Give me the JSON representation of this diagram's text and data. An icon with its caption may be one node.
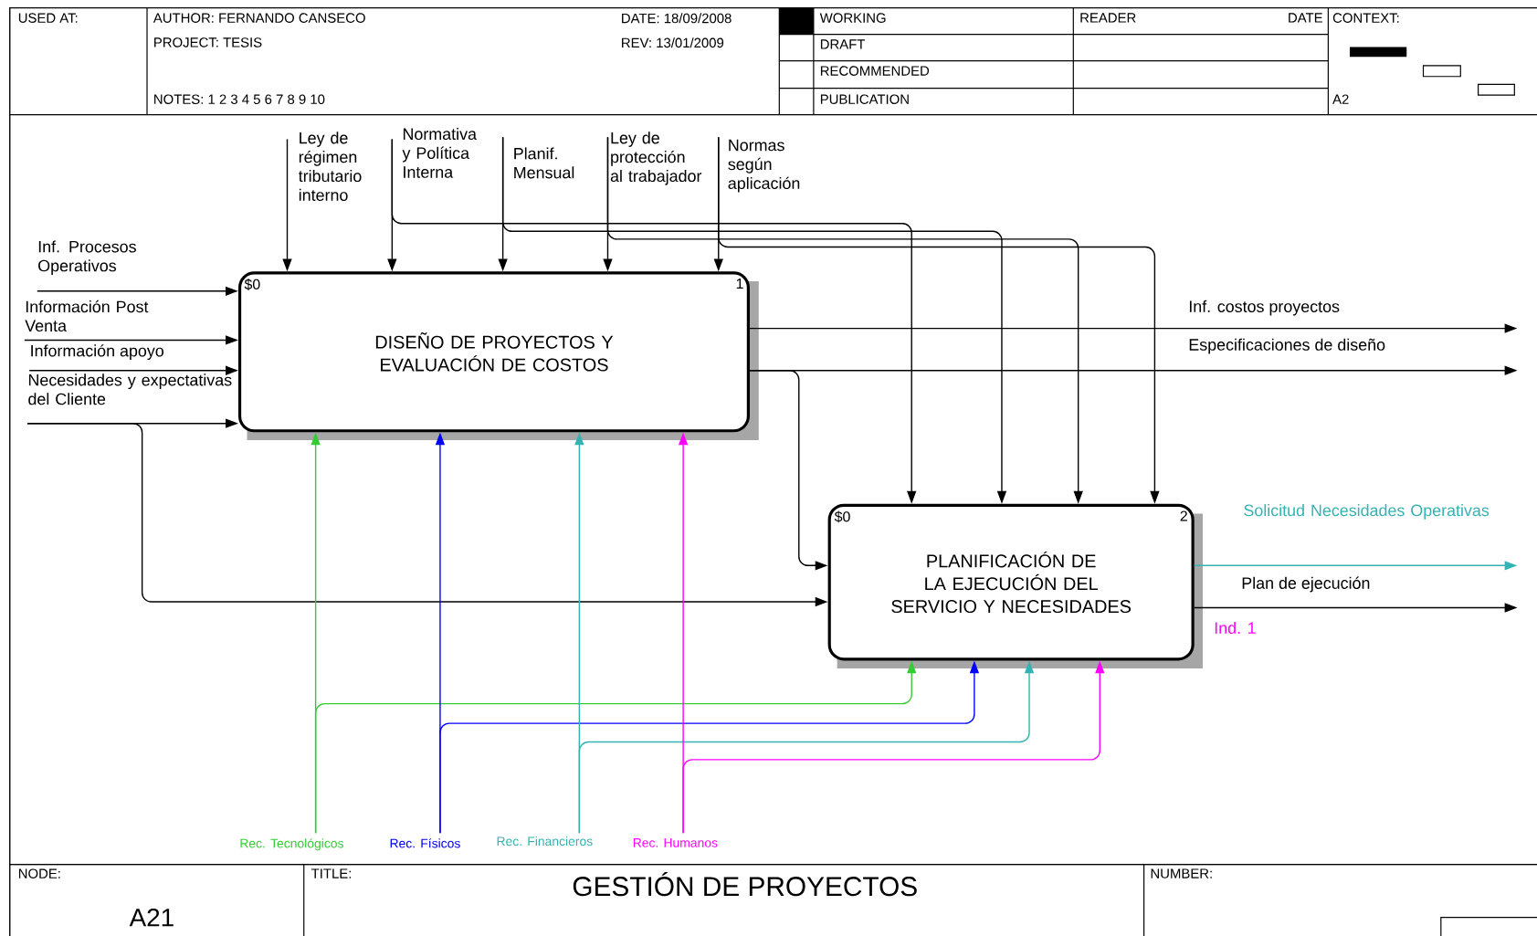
{
  "diagram": {
    "title": "GESTIÓN DE PROYECTOS",
    "nodes": [
      {
        "text": [
          "DISEÑO DE PROYECTOS Y EVALUACIÓN DE COSTOS",
          "$0",
          "1"
        ]
      },
      {
        "text": [
          "PLANIFICACIÓN DE LA EJECUCIÓN DEL SERVICIO Y NECESIDADES",
          "$0",
          "2"
        ]
      }
    ],
    "edges": [
      {
        "from": null,
        "to": 0,
        "arrow": "to",
        "label": "Inf. Procesos Operativos"
      },
      {
        "from": null,
        "to": 0,
        "arrow": "to",
        "label": "Información Post Venta"
      },
      {
        "from": null,
        "to": 0,
        "arrow": "to",
        "label": "Información apoyo"
      },
      {
        "from": null,
        "to": 0,
        "arrow": "to",
        "label": "Necesidades y expectativas del Cliente"
      },
      {
        "from": null,
        "to": 1,
        "arrow": "to"
      },
      {
        "from": null,
        "to": 0,
        "arrow": "to",
        "label": "Ley de régimen tributario interno"
      },
      {
        "from": null,
        "to": 0,
        "arrow": "to",
        "label": "Normativa y Política Interna"
      },
      {
        "from": null,
        "to": 1,
        "arrow": "to"
      },
      {
        "from": null,
        "to": 0,
        "arrow": "to",
        "label": "Planif. Mensual"
      },
      {
        "from": null,
        "to": 1,
        "arrow": "to"
      },
      {
        "from": null,
        "to": 0,
        "arrow": "to",
        "label": "Ley de protección al trabajador"
      },
      {
        "from": null,
        "to": 1,
        "arrow": "to"
      },
      {
        "from": null,
        "to": 0,
        "arrow": "to",
        "label": "Normas según aplicación"
      },
      {
        "from": null,
        "to": 1,
        "arrow": "to"
      },
      {
        "from": null,
        "to": 0,
        "arrow": "to",
        "label": "Rec. Tecnológicos",
        "color": "#33cc33"
      },
      {
        "from": null,
        "to": 1,
        "arrow": "to",
        "color": "#33cc33"
      },
      {
        "from": null,
        "to": 0,
        "arrow": "to",
        "label": "Rec. Físicos",
        "color": "#0000ff"
      },
      {
        "from": null,
        "to": 1,
        "arrow": "to",
        "color": "#0000ff"
      },
      {
        "from": null,
        "to": 0,
        "arrow": "to",
        "label": "Rec. Financieros",
        "color": "#33b2b2"
      },
      {
        "from": null,
        "to": 1,
        "arrow": "to",
        "color": "#33b2b2"
      },
      {
        "from": null,
        "to": 0,
        "arrow": "to",
        "label": "Rec. Humanos",
        "color": "#ff00ff"
      },
      {
        "from": null,
        "to": 1,
        "arrow": "to",
        "color": "#ff00ff"
      },
      {
        "from": 0,
        "to": null,
        "arrow": "to",
        "label": "Inf. costos proyectos"
      },
      {
        "from": 0,
        "to": null,
        "arrow": "to",
        "label": "Especificaciones de diseño"
      },
      {
        "from": 0,
        "to": 1,
        "arrow": "to"
      },
      {
        "from": 1,
        "to": null,
        "arrow": "to",
        "label": "Solicitud Necesidades Operativas",
        "color": "#33b2b2"
      },
      {
        "from": 1,
        "to": null,
        "arrow": "to",
        "label": "Plan de ejecución"
      }
    ],
    "labels": [
      "USED AT:",
      "AUTHOR: FERNANDO CANSECO",
      "DATE: 18/09/2008",
      "WORKING",
      "READER",
      "DATE",
      "CONTEXT:",
      "PROJECT: TESIS",
      "REV: 13/01/2009",
      "DRAFT",
      "RECOMMENDED",
      "NOTES: 1 2 3 4 5 6 7 8 9 10",
      "PUBLICATION",
      "A2",
      "Ind. 1",
      "NODE:",
      "TITLE:",
      "NUMBER:",
      "A21"
    ]
  }
}
